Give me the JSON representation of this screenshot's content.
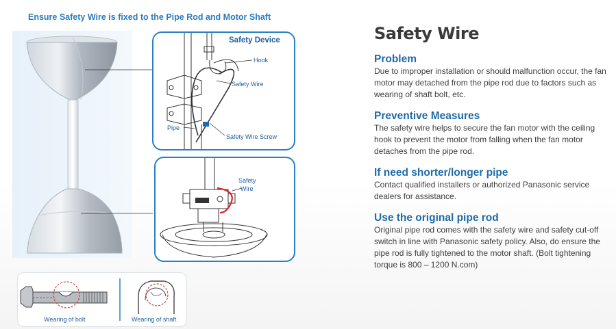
{
  "diagram": {
    "caption": "Ensure Safety Wire is fixed to  the Pipe Rod and Motor Shaft",
    "device_callout": {
      "title": "Safety Device",
      "labels": {
        "hook": "Hook",
        "safety_wire": "Safety Wire",
        "pipe": "Pipe",
        "safety_wire_screw": "Safety Wire Screw"
      }
    },
    "wire_callout": {
      "label_line1": "Safety",
      "label_line2": "Wire"
    },
    "wear": {
      "bolt": "Wearing of bolt",
      "shaft": "Wearing of shaft"
    },
    "colors": {
      "accent": "#2b7fc4",
      "wire_red": "#d8262d",
      "dash_red": "#d83a3a"
    }
  },
  "info": {
    "title": "Safety Wire",
    "sections": [
      {
        "heading": "Problem",
        "body": "Due to improper installation or should malfunction occur, the fan motor may detached from the pipe rod due to factors such as wearing of shaft bolt, etc."
      },
      {
        "heading": "Preventive Measures",
        "body": "The safety wire helps to secure the fan motor with the ceiling hook to prevent the motor from falling when the fan motor detaches from the pipe rod."
      },
      {
        "heading": "If need shorter/longer pipe",
        "body": "Contact qualified installers or authorized Panasonic service dealers for assistance."
      },
      {
        "heading": "Use the original pipe rod",
        "body": "Original pipe rod comes with the safety wire and safety cut-off switch in line with Panasonic safety policy. Also, do ensure the pipe rod is fully tightened to the motor shaft. (Bolt tightening torque is 800 – 1200 N.com)"
      }
    ]
  }
}
